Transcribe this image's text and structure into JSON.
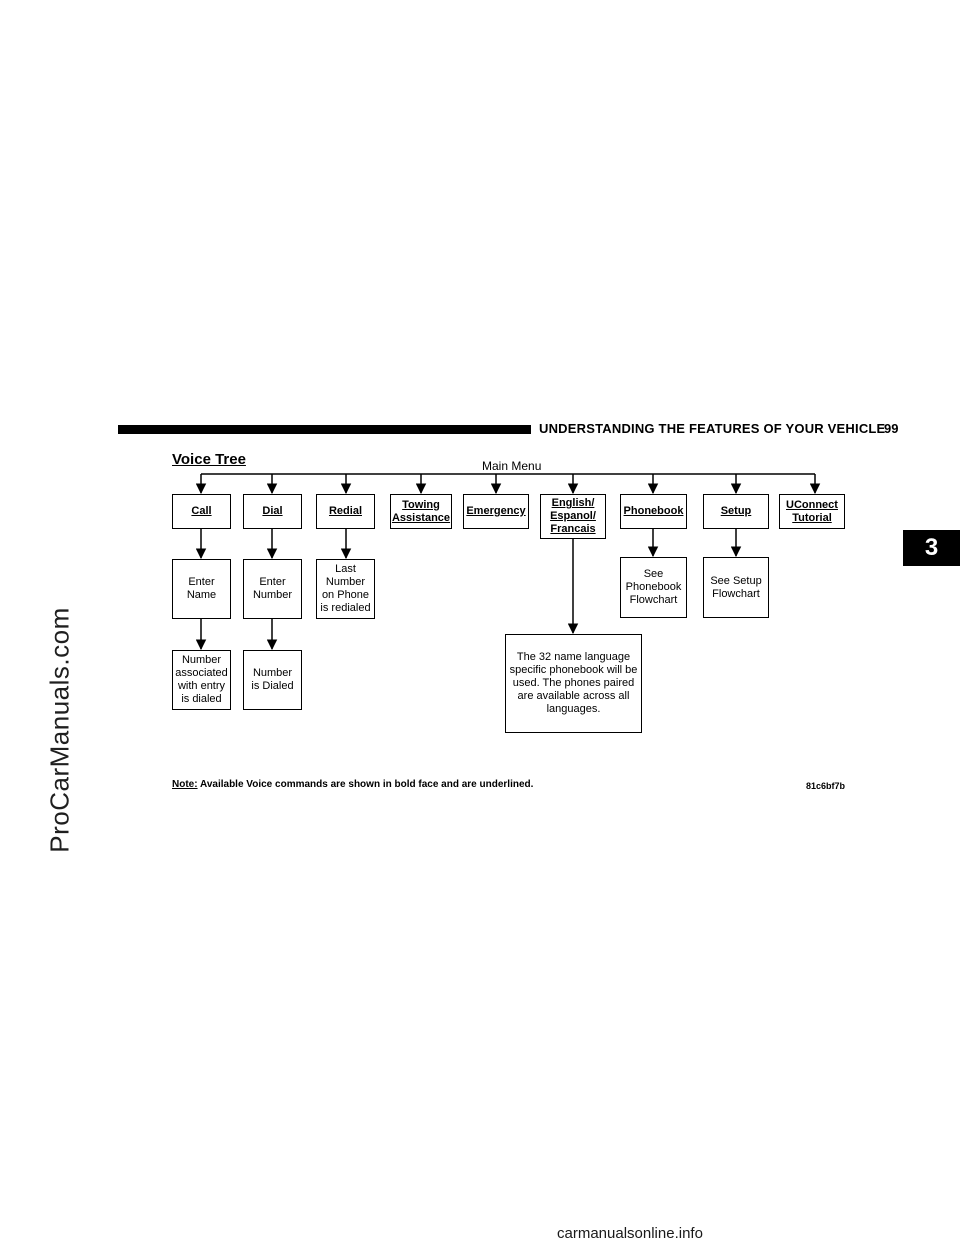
{
  "header": {
    "title": "UNDERSTANDING THE FEATURES OF YOUR VEHICLE",
    "page_number": "99"
  },
  "section_title": "Voice Tree",
  "main_menu_label": "Main Menu",
  "commands": [
    {
      "label": "Call"
    },
    {
      "label": "Dial"
    },
    {
      "label": "Redial"
    },
    {
      "label": "Towing\nAssistance"
    },
    {
      "label": "Emergency"
    },
    {
      "label": "English/\nEspanol/\nFrancais"
    },
    {
      "label": "Phonebook"
    },
    {
      "label": "Setup"
    },
    {
      "label": "UConnect\nTutorial"
    }
  ],
  "sub_boxes": {
    "call_1": "Enter\nName",
    "call_2": "Number\nassociated\nwith entry\nis dialed",
    "dial_1": "Enter\nNumber",
    "dial_2": "Number\nis Dialed",
    "redial_1": "Last\nNumber\non Phone\nis redialed",
    "language_1": "The 32 name language\nspecific phonebook will be\nused. The phones paired\nare available across all\nlanguages.",
    "phonebook_1": "See\nPhonebook\nFlowchart",
    "setup_1": "See Setup\nFlowchart"
  },
  "note": {
    "label": "Note:",
    "text": "Available Voice commands are shown in bold face and are underlined."
  },
  "image_code": "81c6bf7b",
  "chapter_tab": "3",
  "watermarks": {
    "side": "ProCarManuals.com",
    "bottom": "carmanualsonline.info"
  }
}
